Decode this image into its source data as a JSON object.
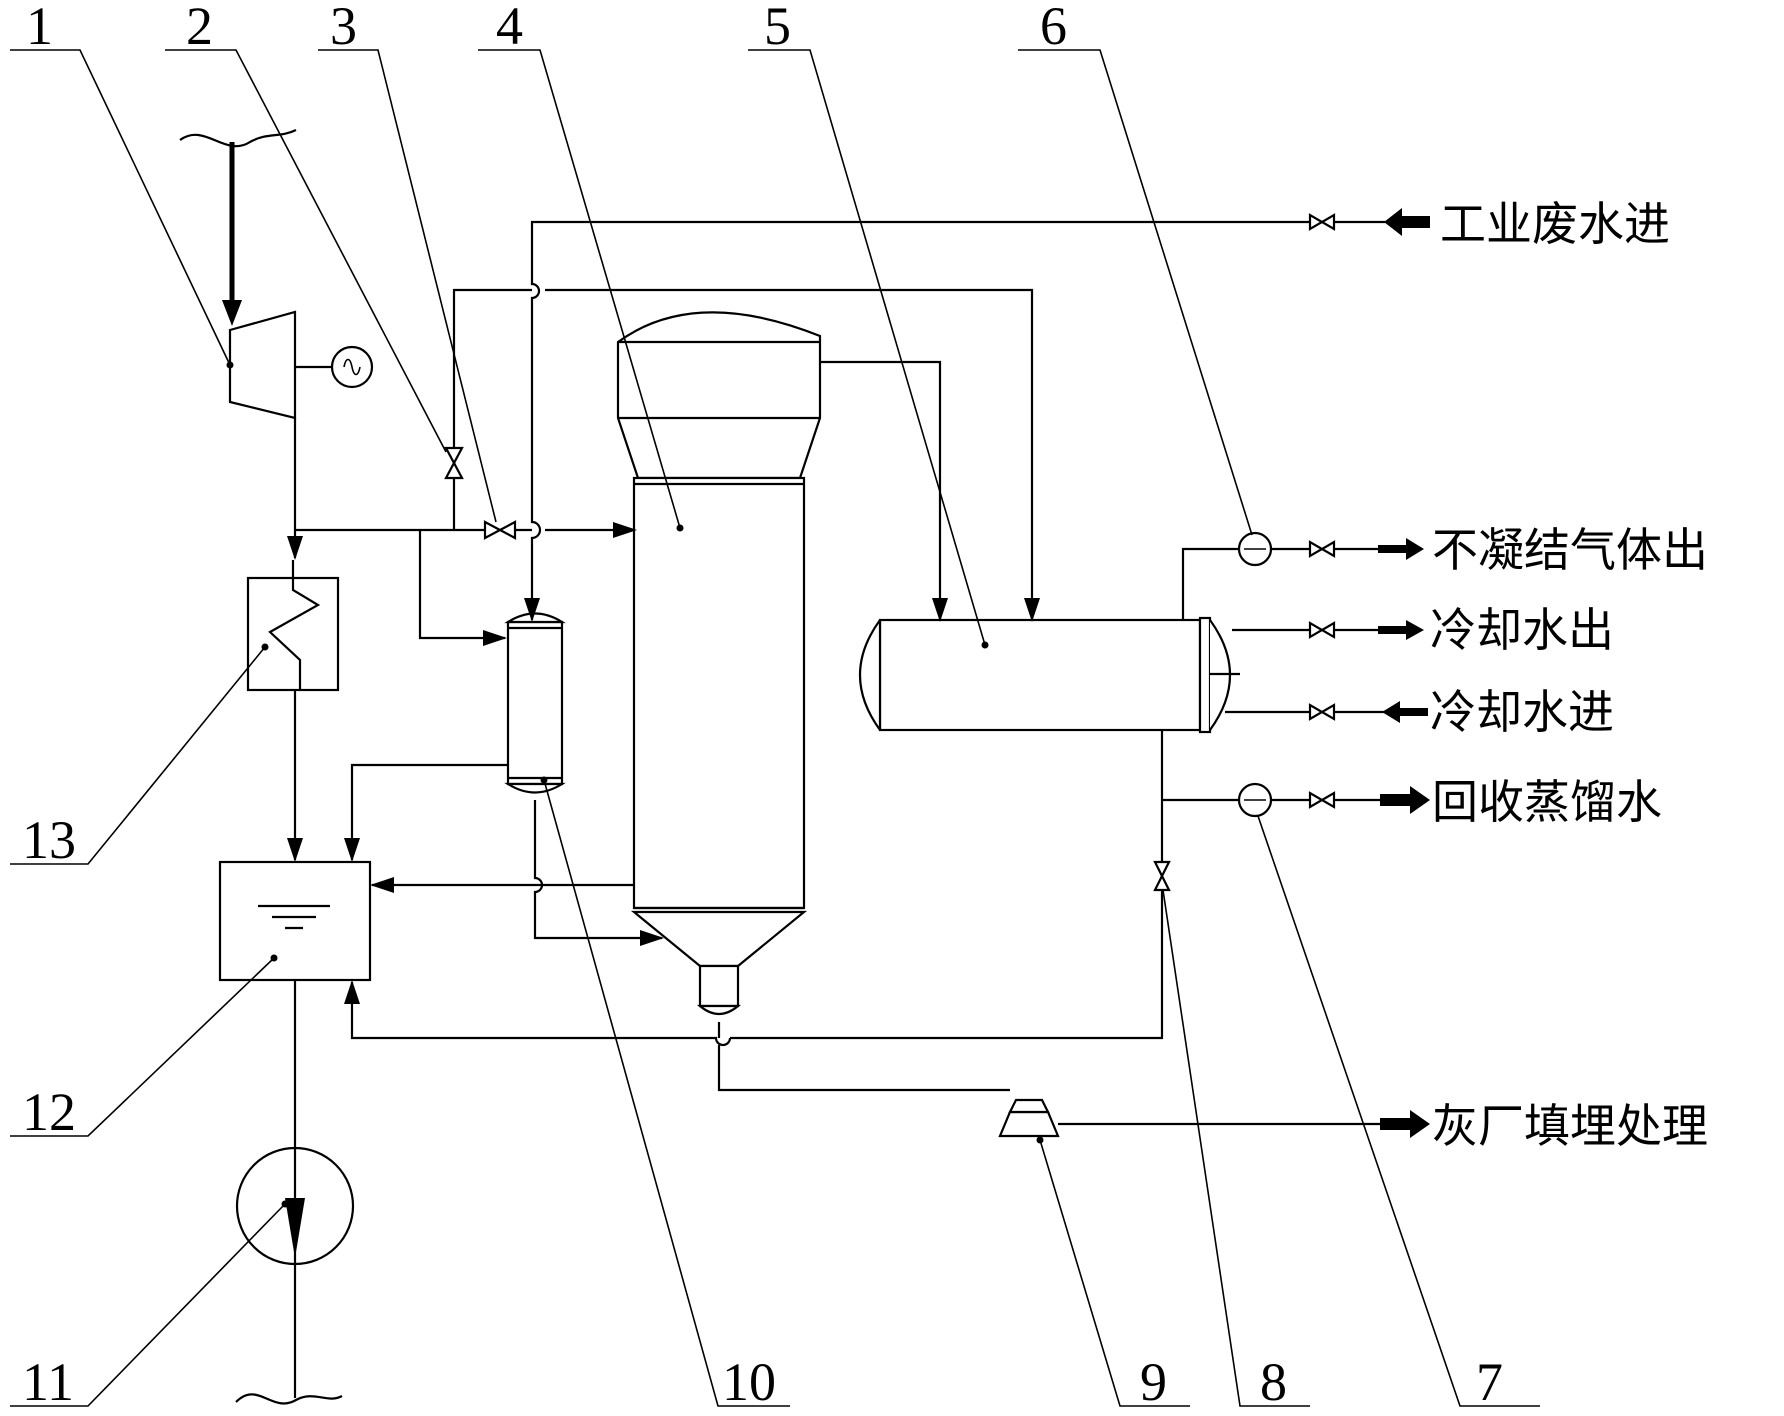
{
  "callouts": {
    "c1": "1",
    "c2": "2",
    "c3": "3",
    "c4": "4",
    "c5": "5",
    "c6": "6",
    "c7": "7",
    "c8": "8",
    "c9": "9",
    "c10": "10",
    "c11": "11",
    "c12": "12",
    "c13": "13"
  },
  "labels": {
    "wastewater_in": "工业废水进",
    "noncondensable_out": "不凝结气体出",
    "cooling_water_out": "冷却水出",
    "cooling_water_in": "冷却水进",
    "distilled_water_recovery": "回收蒸馏水",
    "ash_landfill": "灰厂填埋处理"
  }
}
